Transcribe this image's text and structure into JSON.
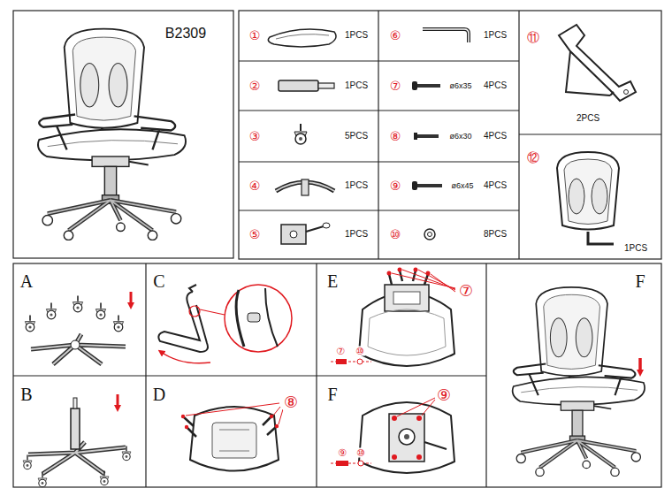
{
  "diagram": {
    "labels": [
      "B2309",
      "①",
      "1PCS",
      "⑥",
      "1PCS",
      "⑪",
      "②",
      "1PCS",
      "⑦",
      "ø6x35",
      "4PCS",
      "③",
      "5PCS",
      "⑧",
      "ø6x30",
      "4PCS",
      "2PCS",
      "⑫",
      "④",
      "1PCS",
      "⑨",
      "ø6x45",
      "4PCS",
      "1PCS",
      "⑤",
      "1PCS",
      "⑩",
      "8PCS",
      "A",
      "C",
      "E",
      "F",
      "⑦",
      "⑦",
      "⑩",
      "B",
      "D",
      "F",
      "⑧",
      "⑨",
      "⑨",
      "⑩"
    ]
  }
}
